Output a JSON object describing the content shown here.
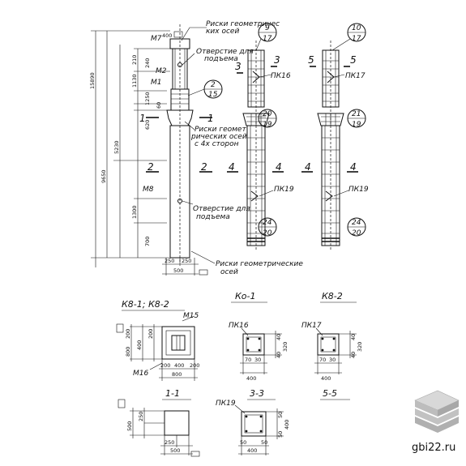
{
  "column_labels": {
    "m7": "М7",
    "m1": "М1",
    "m2": "М2",
    "m8": "М8",
    "m15": "М15",
    "m16": "М16",
    "dim_400_top": "400",
    "dim_15890": "15890",
    "dim_9650": "9650",
    "dim_5230": "5230",
    "dim_210": "210",
    "dim_240": "240",
    "dim_1130": "1130",
    "dim_1250": "1250",
    "dim_60": "60",
    "dim_620": "620",
    "dim_1300": "1300",
    "dim_700": "700",
    "dim_250a": "250",
    "dim_250b": "250",
    "dim_500": "500"
  },
  "notes": {
    "risk_top_1": "Риски геометричес",
    "risk_top_2": "ких осей",
    "hole_top_1": "Отверстие для",
    "hole_top_2": "подъема",
    "risk_mid_1": "Риски геомет",
    "risk_mid_2": "рических осей",
    "risk_mid_3": "с 4х сторон",
    "hole_bot_1": "Отверстие для",
    "hole_bot_2": "подъема",
    "risk_bot_1": "Риски геометрические",
    "risk_bot_2": "осей"
  },
  "callouts": {
    "c2_15_top": "2",
    "c2_15_bot": "15",
    "c9_17_top": "9",
    "c9_17_bot": "17",
    "c10_17_top": "10",
    "c10_17_bot": "17",
    "c20_19a_top": "20",
    "c20_19a_bot": "19",
    "c21_19_top": "21",
    "c21_19_bot": "19",
    "c24_20a_top": "24",
    "c24_20a_bot": "20",
    "c24_20b_top": "24",
    "c24_20b_bot": "20"
  },
  "section_marks": {
    "s1_left": "1",
    "s1_right": "1",
    "s2_left": "2",
    "s2_right": "2",
    "s3_left": "3",
    "s3_right": "3",
    "s5_left": "5",
    "s5_right": "5",
    "s4_a": "4",
    "s4_b": "4",
    "s4_c": "4",
    "s4_d": "4"
  },
  "cages": {
    "pk16": "ПК16",
    "pk17": "ПК17",
    "pk19a": "ПК19",
    "pk19b": "ПК19"
  },
  "sections": {
    "k8_12_title": "К8-1; К8-2",
    "ko1_title": "Ко-1",
    "k82_title": "К8-2",
    "s11_title": "1-1",
    "s33_title": "3-3",
    "s55_title": "5-5",
    "k8_dims": [
      "200",
      "400",
      "200",
      "800",
      "200",
      "200",
      "400",
      "800"
    ],
    "ko1_pk": "ПК16",
    "ko1_dims": [
      "40",
      "320",
      "40",
      "70",
      "30",
      "400"
    ],
    "k82_pk": "ПК17",
    "k82_dims": [
      "40",
      "320",
      "40",
      "70",
      "30",
      "400"
    ],
    "s11_dims": [
      "500",
      "250",
      "250",
      "500"
    ],
    "s33_pk": "ПК19",
    "s33_dims": [
      "50",
      "400",
      "50",
      "50",
      "400",
      "50"
    ]
  },
  "watermark": "gbi22.ru"
}
